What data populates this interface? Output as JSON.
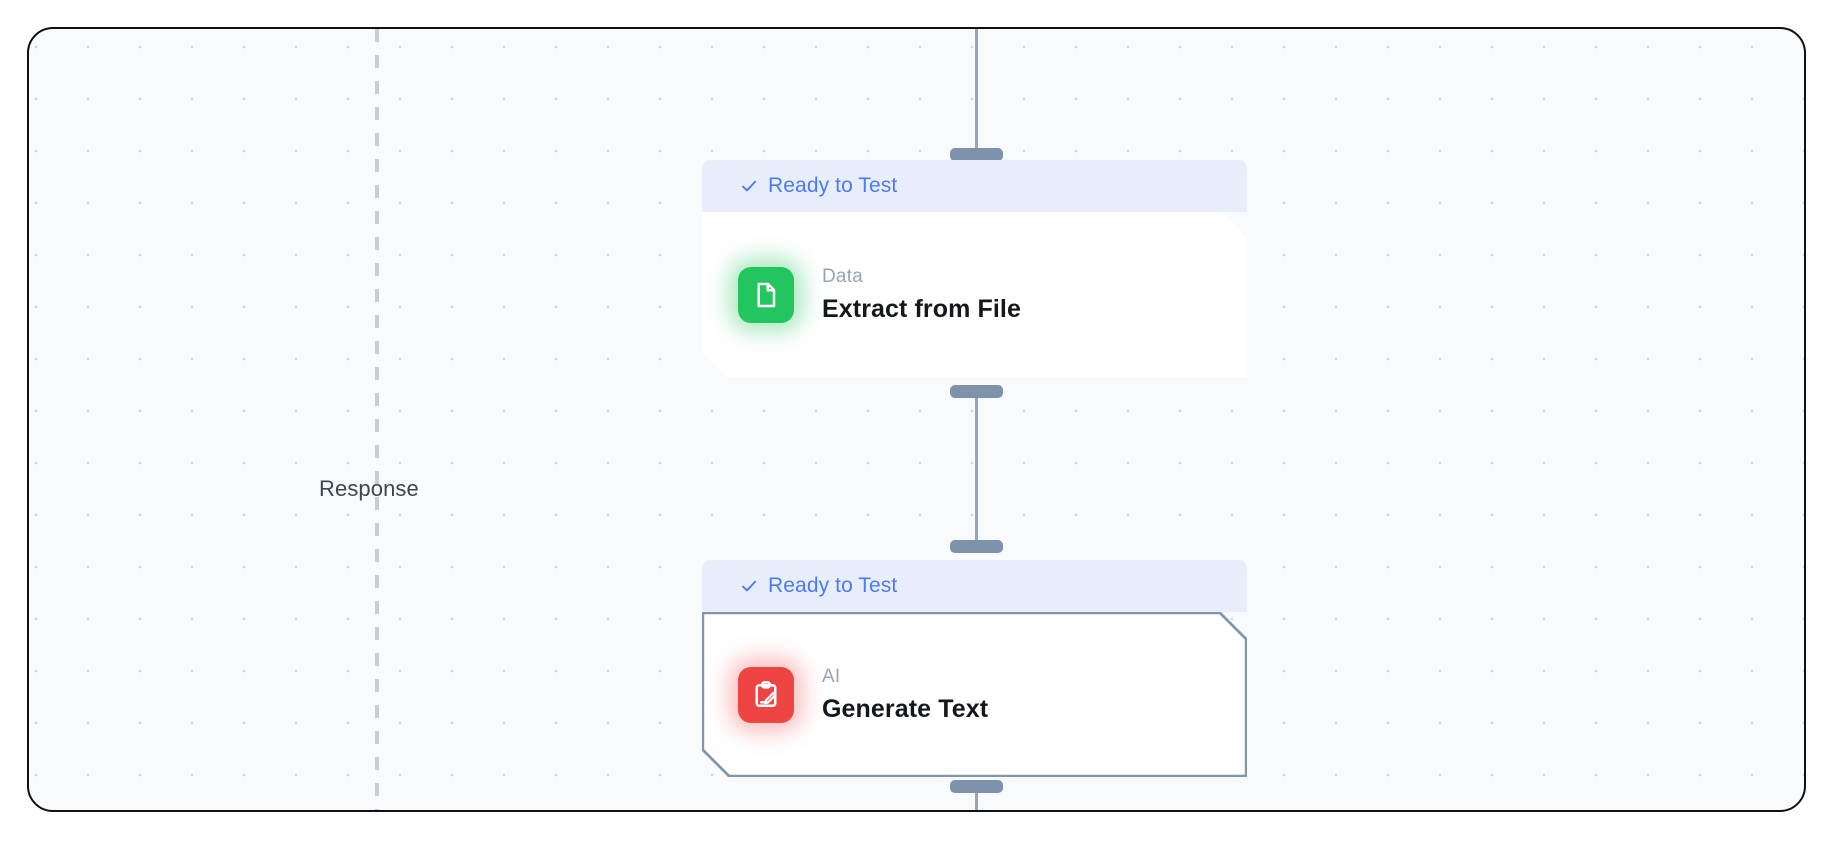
{
  "canvas": {
    "background_color": "#f8fafc",
    "border_color": "#0e1013",
    "grid_dot_color": "#d3d8e0"
  },
  "lane": {
    "label": "Response",
    "divider_color": "#c8ccd4"
  },
  "connectors": {
    "line_color": "#93a6bb",
    "handle_color": "#7d93ab"
  },
  "nodes": [
    {
      "id": "extract-from-file",
      "status_label": "Ready to Test",
      "status_icon": "check-icon",
      "status_color": "#4d7bee",
      "status_background": "#e7edfb",
      "category": "Data",
      "title": "Extract from File",
      "icon_name": "document-icon",
      "icon_color": "#22c55e",
      "selected": false
    },
    {
      "id": "generate-text",
      "status_label": "Ready to Test",
      "status_icon": "check-icon",
      "status_color": "#4d7bee",
      "status_background": "#e7edfb",
      "category": "AI",
      "title": "Generate Text",
      "icon_name": "clipboard-pencil-icon",
      "icon_color": "#ef4444",
      "selected": true
    }
  ]
}
